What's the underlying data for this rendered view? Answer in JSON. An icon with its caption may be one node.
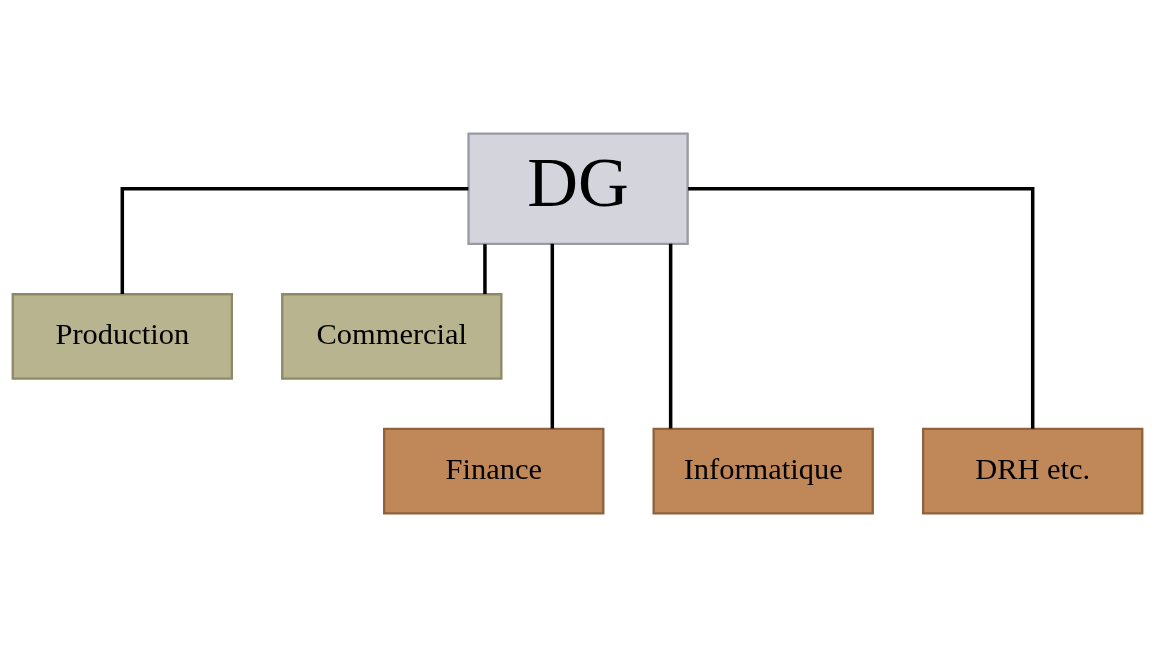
{
  "diagram": {
    "nodes": [
      {
        "text": [
          "DG"
        ]
      },
      {
        "text": [
          "Production"
        ]
      },
      {
        "text": [
          "Commercial"
        ]
      },
      {
        "text": [
          "Finance"
        ]
      },
      {
        "text": [
          "Informatique"
        ]
      },
      {
        "text": [
          "DRH etc."
        ]
      }
    ],
    "edges": [
      {
        "from": 0,
        "to": 1,
        "arrow": "none"
      },
      {
        "from": 0,
        "to": 2,
        "arrow": "none"
      },
      {
        "from": 0,
        "to": 3,
        "arrow": "none"
      },
      {
        "from": 0,
        "to": 4,
        "arrow": "none"
      },
      {
        "from": 0,
        "to": 5,
        "arrow": "none"
      }
    ]
  }
}
